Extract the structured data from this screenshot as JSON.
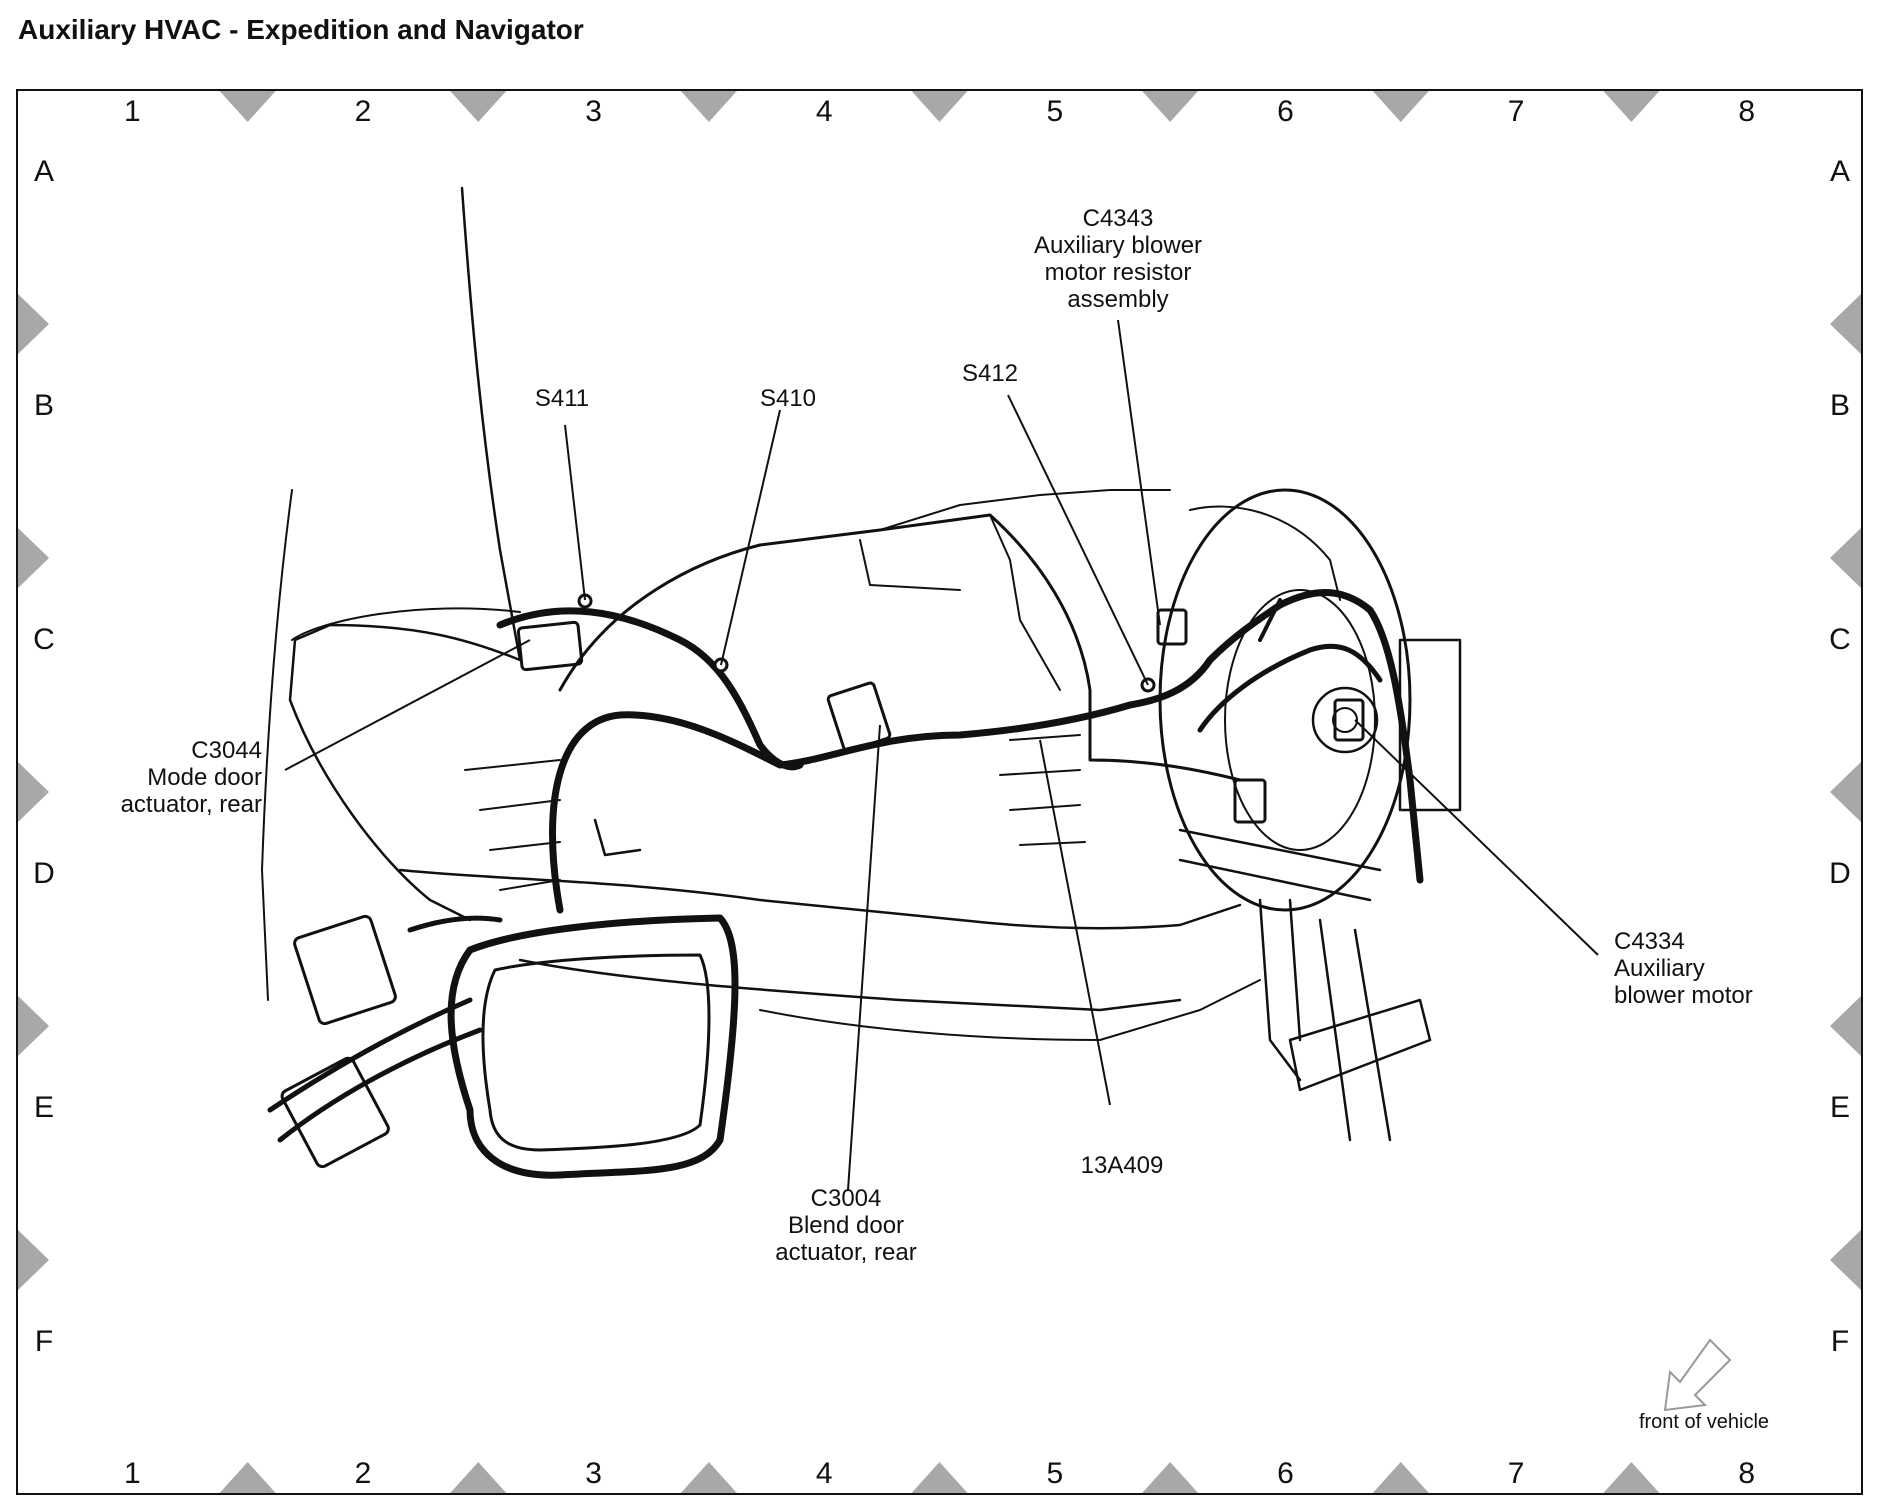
{
  "title": "Auxiliary HVAC - Expedition and Navigator",
  "grid": {
    "columns": [
      "1",
      "2",
      "3",
      "4",
      "5",
      "6",
      "7",
      "8"
    ],
    "rows": [
      "A",
      "B",
      "C",
      "D",
      "E",
      "F"
    ]
  },
  "callouts": [
    {
      "id": "c4343",
      "lines": [
        "C4343",
        "Auxiliary blower",
        "motor resistor",
        "assembly"
      ]
    },
    {
      "id": "s411",
      "lines": [
        "S411"
      ]
    },
    {
      "id": "s410",
      "lines": [
        "S410"
      ]
    },
    {
      "id": "s412",
      "lines": [
        "S412"
      ]
    },
    {
      "id": "c3044",
      "lines": [
        "C3044",
        "Mode door",
        "actuator, rear"
      ]
    },
    {
      "id": "c4334",
      "lines": [
        "C4334",
        "Auxiliary",
        "blower motor"
      ]
    },
    {
      "id": "13a409",
      "lines": [
        "13A409"
      ]
    },
    {
      "id": "c3004",
      "lines": [
        "C3004",
        "Blend door",
        "actuator, rear"
      ]
    }
  ],
  "orientation": {
    "label": "front of vehicle",
    "icon": "arrow-down-left-icon"
  },
  "colors": {
    "line": "#111111",
    "marker": "#9a9a9a",
    "background": "#ffffff"
  }
}
